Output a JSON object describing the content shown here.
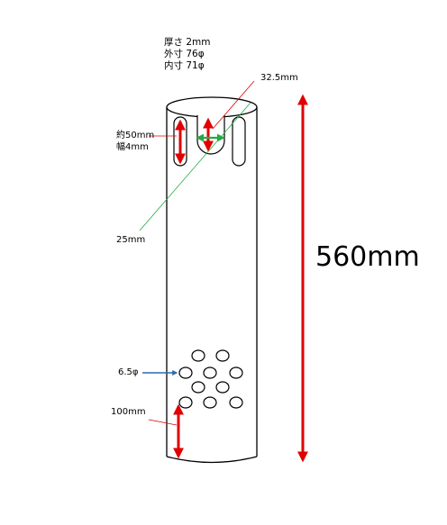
{
  "specs": {
    "thickness": "厚さ 2mm",
    "outer": "外寸 76φ",
    "inner": "内寸 71φ"
  },
  "labels": {
    "slot_width": "32.5mm",
    "slot_length": "約50mm",
    "slot_gap": "幅4mm",
    "slot_depth": "25mm",
    "hole_diameter": "6.5φ",
    "bottom_offset": "100mm",
    "total_length": "560mm"
  },
  "colors": {
    "red_dimension": "#e00000",
    "green_dimension": "#22aa44",
    "blue_pointer": "#2a6ab0",
    "outline": "#000000"
  }
}
